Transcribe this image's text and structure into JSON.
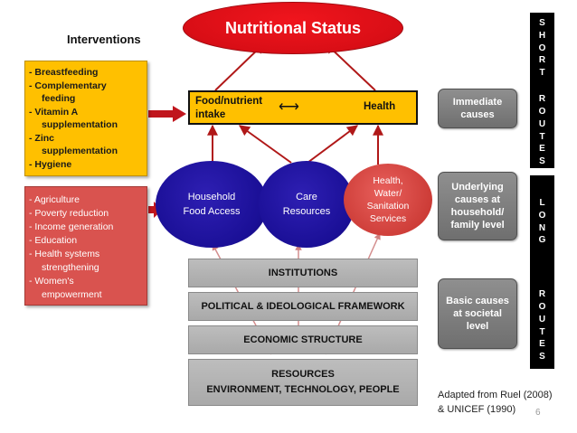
{
  "title": "Nutritional Status",
  "interventions_heading": "Interventions",
  "yellow_interventions": [
    "- Breastfeeding",
    "- Complementary",
    "feeding",
    "- Vitamin A",
    "supplementation",
    "- Zinc",
    "supplementation",
    "- Hygiene"
  ],
  "red_interventions": [
    "- Agriculture",
    "- Poverty reduction",
    "- Income generation",
    "- Education",
    "- Health systems",
    "strengthening",
    "- Women's",
    "empowerment"
  ],
  "immediate_row": {
    "food_line1": "Food/nutrient",
    "food_line2": "intake",
    "arrow": "⟷",
    "health": "Health"
  },
  "circles": {
    "household": [
      "Household",
      "Food Access"
    ],
    "care": [
      "Care",
      "Resources"
    ],
    "health_services": [
      "Health,",
      "Water/",
      "Sanitation",
      "Services"
    ]
  },
  "gray_bars": {
    "institutions": "INSTITUTIONS",
    "political": "POLITICAL & IDEOLOGICAL FRAMEWORK",
    "economic": "ECONOMIC STRUCTURE",
    "resources_line1": "RESOURCES",
    "resources_line2": "ENVIRONMENT, TECHNOLOGY, PEOPLE"
  },
  "side_labels": {
    "immediate": [
      "Immediate",
      "causes"
    ],
    "underlying": [
      "Underlying",
      "causes at",
      "household/",
      "family level"
    ],
    "basic": [
      "Basic causes",
      "at societal",
      "level"
    ]
  },
  "short_routes": {
    "word1": [
      "S",
      "H",
      "O",
      "R",
      "T"
    ],
    "word2": [
      "R",
      "O",
      "U",
      "T",
      "E",
      "S"
    ]
  },
  "long_routes": {
    "word1": [
      "L",
      "O",
      "N",
      "G"
    ],
    "word2": [
      "R",
      "O",
      "U",
      "T",
      "E",
      "S"
    ]
  },
  "caption": [
    "Adapted from Ruel (2008)",
    "& UNICEF (1990)"
  ],
  "page_number": "6",
  "colors": {
    "title_red": "#d90e16",
    "yellow": "#ffc000",
    "red_box": "#d9534f",
    "blue_circle": "#1a0f96",
    "arrow_red": "#b01818",
    "gray_bar": "#b3b3b3"
  }
}
